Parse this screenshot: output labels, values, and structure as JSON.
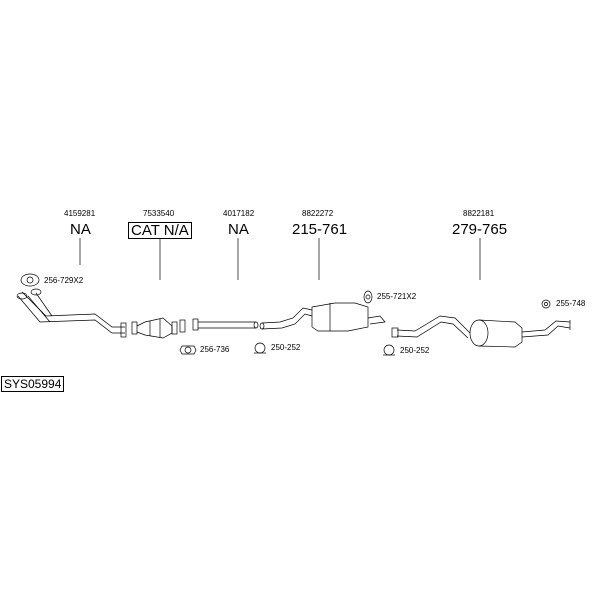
{
  "system_id": "SYS05994",
  "parts": [
    {
      "ref": "4159281",
      "label": "NA"
    },
    {
      "ref": "7533540",
      "label": "CAT N/A"
    },
    {
      "ref": "4017182",
      "label": "NA"
    },
    {
      "ref": "8822272",
      "label": "215-761"
    },
    {
      "ref": "8822181",
      "label": "279-765"
    }
  ],
  "fittings": [
    {
      "code": "256-729X2"
    },
    {
      "code": "256-736"
    },
    {
      "code": "250-252"
    },
    {
      "code": "255-721X2"
    },
    {
      "code": "250-252"
    },
    {
      "code": "255-748"
    }
  ]
}
